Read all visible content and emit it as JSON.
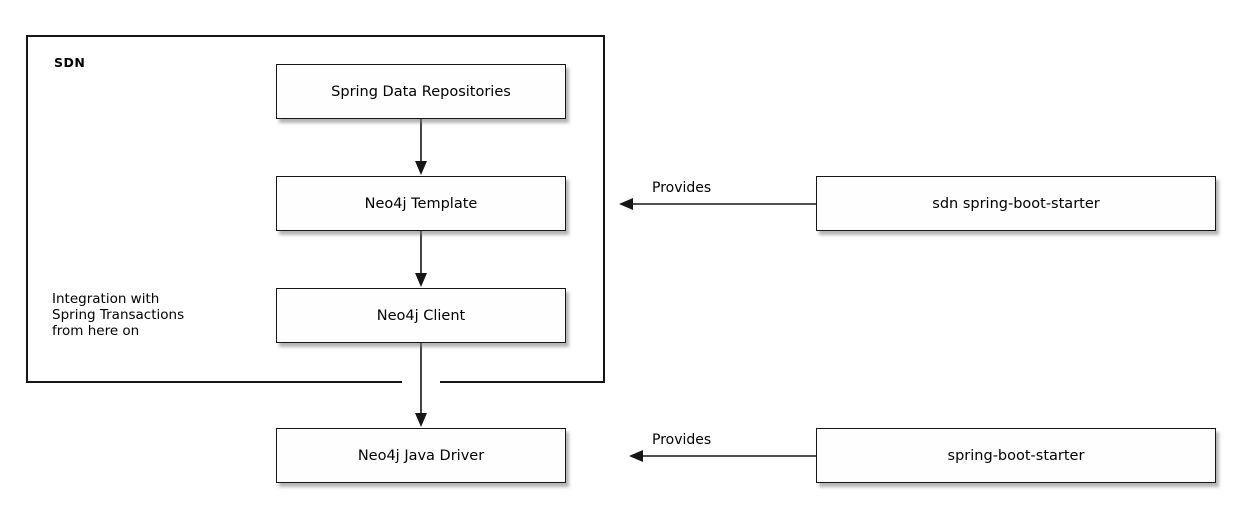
{
  "diagram": {
    "group": {
      "label": "SDN"
    },
    "nodes": {
      "spring_data_repositories": {
        "label": "Spring Data Repositories"
      },
      "neo4j_template": {
        "label": "Neo4j Template"
      },
      "neo4j_client": {
        "label": "Neo4j Client"
      },
      "neo4j_java_driver": {
        "label": "Neo4j Java Driver"
      },
      "sdn_spring_boot_starter": {
        "label": "sdn spring-boot-starter"
      },
      "spring_boot_starter": {
        "label": "spring-boot-starter"
      }
    },
    "edges": {
      "provides_top": {
        "label": "Provides"
      },
      "provides_bottom": {
        "label": "Provides"
      }
    },
    "note": {
      "lines": {
        "line1": "Integration with",
        "line2": "Spring Transactions",
        "line3": "from here on"
      }
    },
    "colors": {
      "background": "#ffffff",
      "node_fill": "#fefefe",
      "border": "#161616",
      "text": "#000000",
      "shadow": "#787878"
    }
  }
}
